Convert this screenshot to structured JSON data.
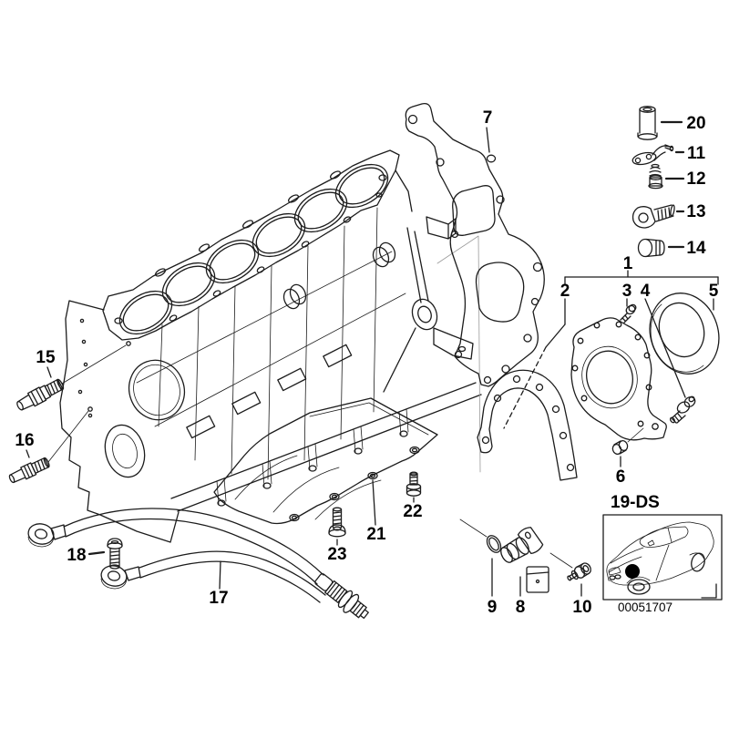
{
  "diagram": {
    "type": "parts-exploded-diagram",
    "colors": {
      "background": "#ffffff",
      "line": "#1c1c1c",
      "marker_fill": "#000000"
    },
    "callouts": [
      {
        "label": "7"
      },
      {
        "label": "20"
      },
      {
        "label": "11"
      },
      {
        "label": "12"
      },
      {
        "label": "13"
      },
      {
        "label": "14"
      },
      {
        "label": "1"
      },
      {
        "label": "2"
      },
      {
        "label": "3"
      },
      {
        "label": "4"
      },
      {
        "label": "5"
      },
      {
        "label": "6"
      },
      {
        "label": "15"
      },
      {
        "label": "16"
      },
      {
        "label": "17"
      },
      {
        "label": "18"
      },
      {
        "label": "21"
      },
      {
        "label": "22"
      },
      {
        "label": "23"
      },
      {
        "label": "9"
      },
      {
        "label": "8"
      },
      {
        "label": "10"
      }
    ],
    "thumbnail": {
      "section_code": "19-DS",
      "image_number": "00051707"
    }
  }
}
